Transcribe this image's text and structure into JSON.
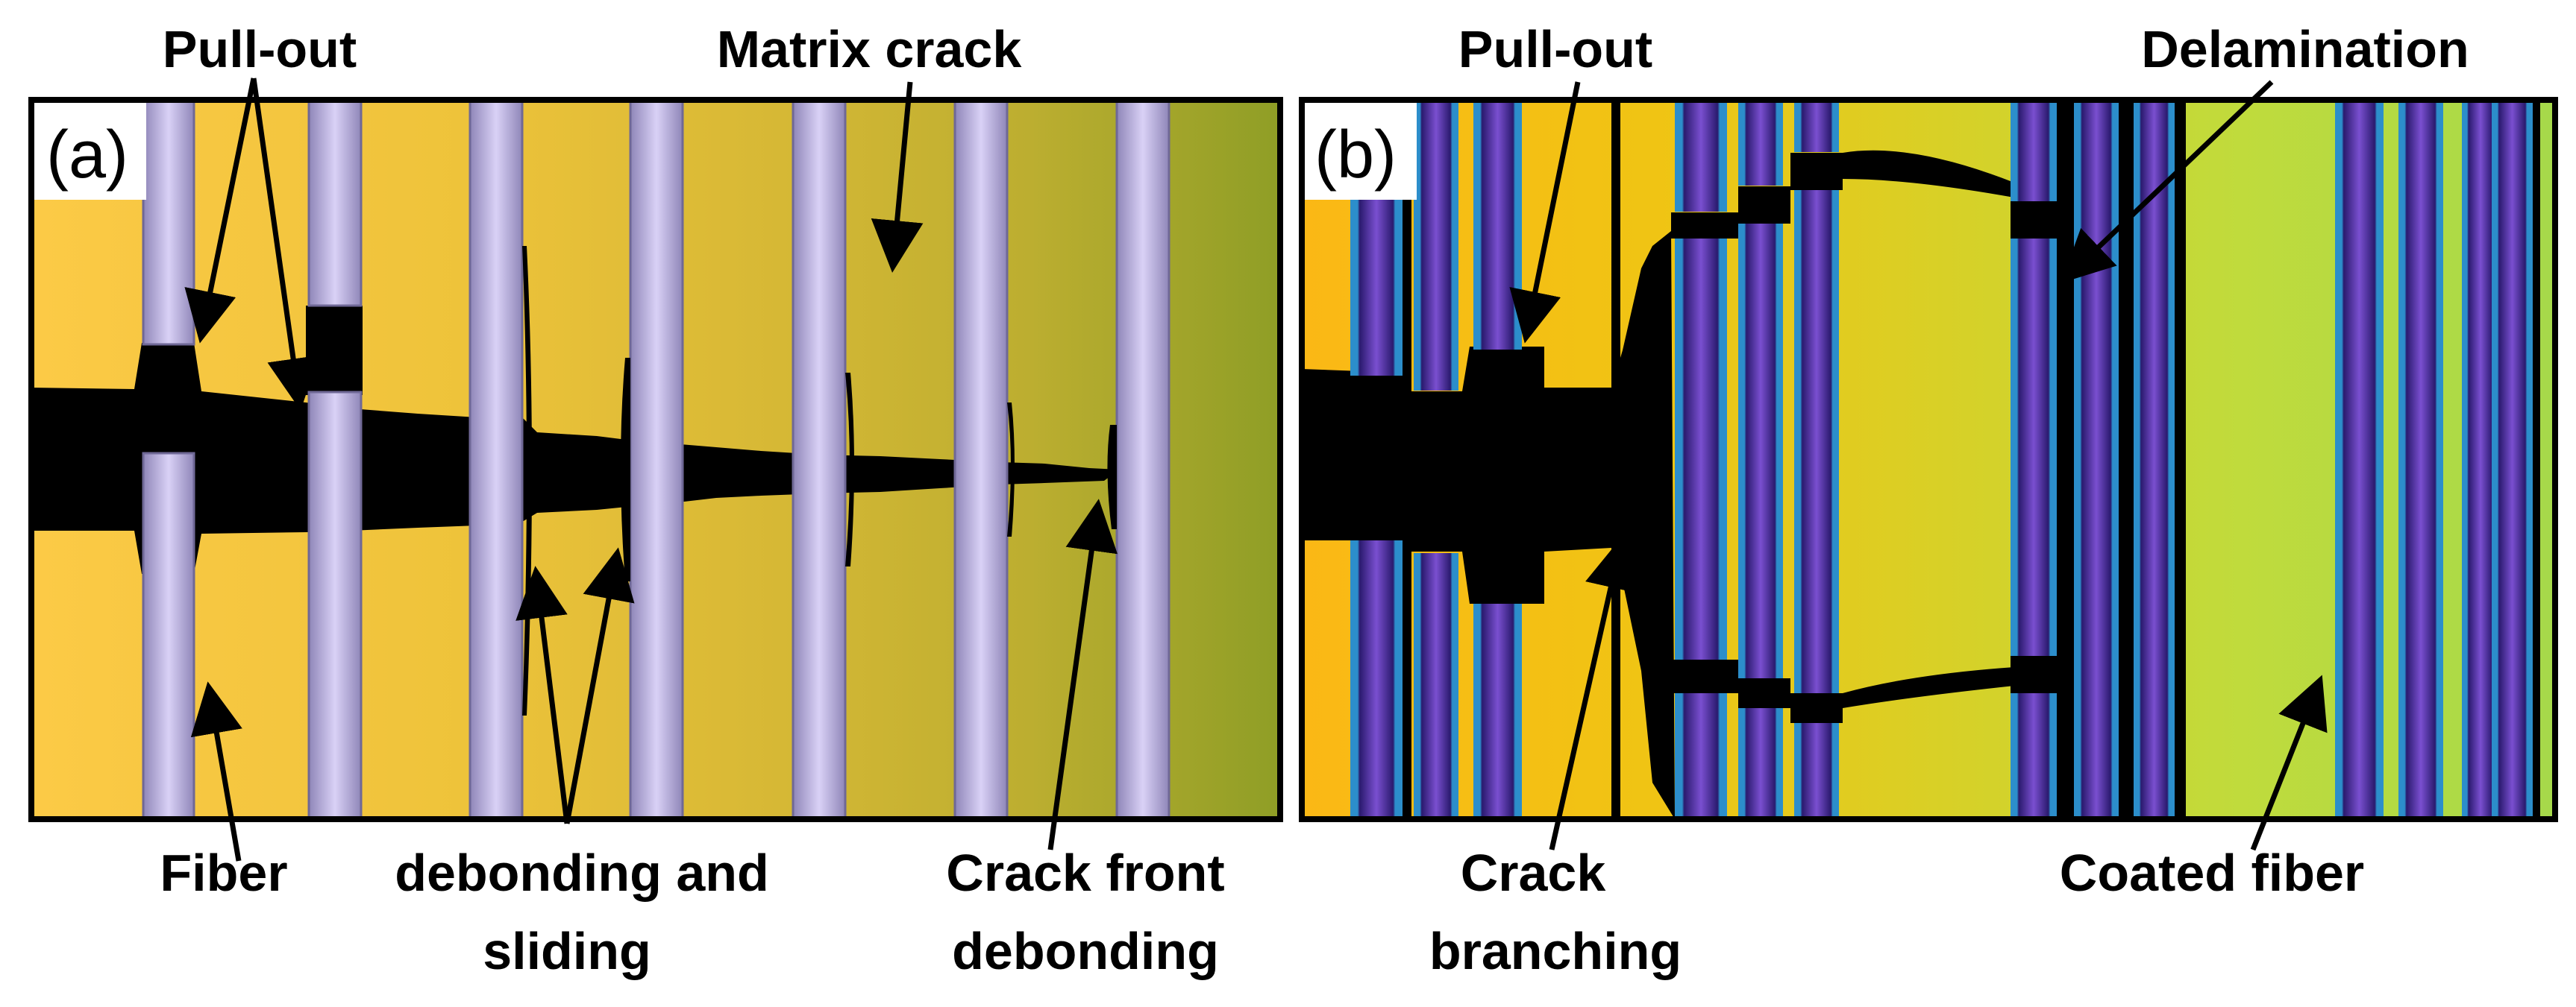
{
  "panels": [
    {
      "id": "(a)",
      "labels": {
        "pullout": "Pull-out",
        "matrix_crack": "Matrix crack",
        "fiber": "Fiber",
        "debonding_1": "debonding and",
        "debonding_2": "sliding",
        "crackfront_1": "Crack front",
        "crackfront_2": "debonding"
      }
    },
    {
      "id": "(b)",
      "labels": {
        "pullout": "Pull-out",
        "delamination": "Delamination",
        "crack_1": "Crack",
        "crack_2": "branching",
        "coated_fiber": "Coated fiber"
      }
    }
  ],
  "colors": {
    "matrix_a_gradient": [
      "#fccb45",
      "#f2c438",
      "#e0b935",
      "#c9b133",
      "#aeaa2d",
      "#8f9e26"
    ],
    "fiber_a": "#c6bcea",
    "matrix_b_gradient": [
      "#fbb917",
      "#f0c514",
      "#dccf22",
      "#cad936",
      "#b5dd43",
      "#a6d94a"
    ],
    "fiber_b": "#4a2f96",
    "fiber_b_coating": "#2f7fc3",
    "crack": "#000000"
  }
}
